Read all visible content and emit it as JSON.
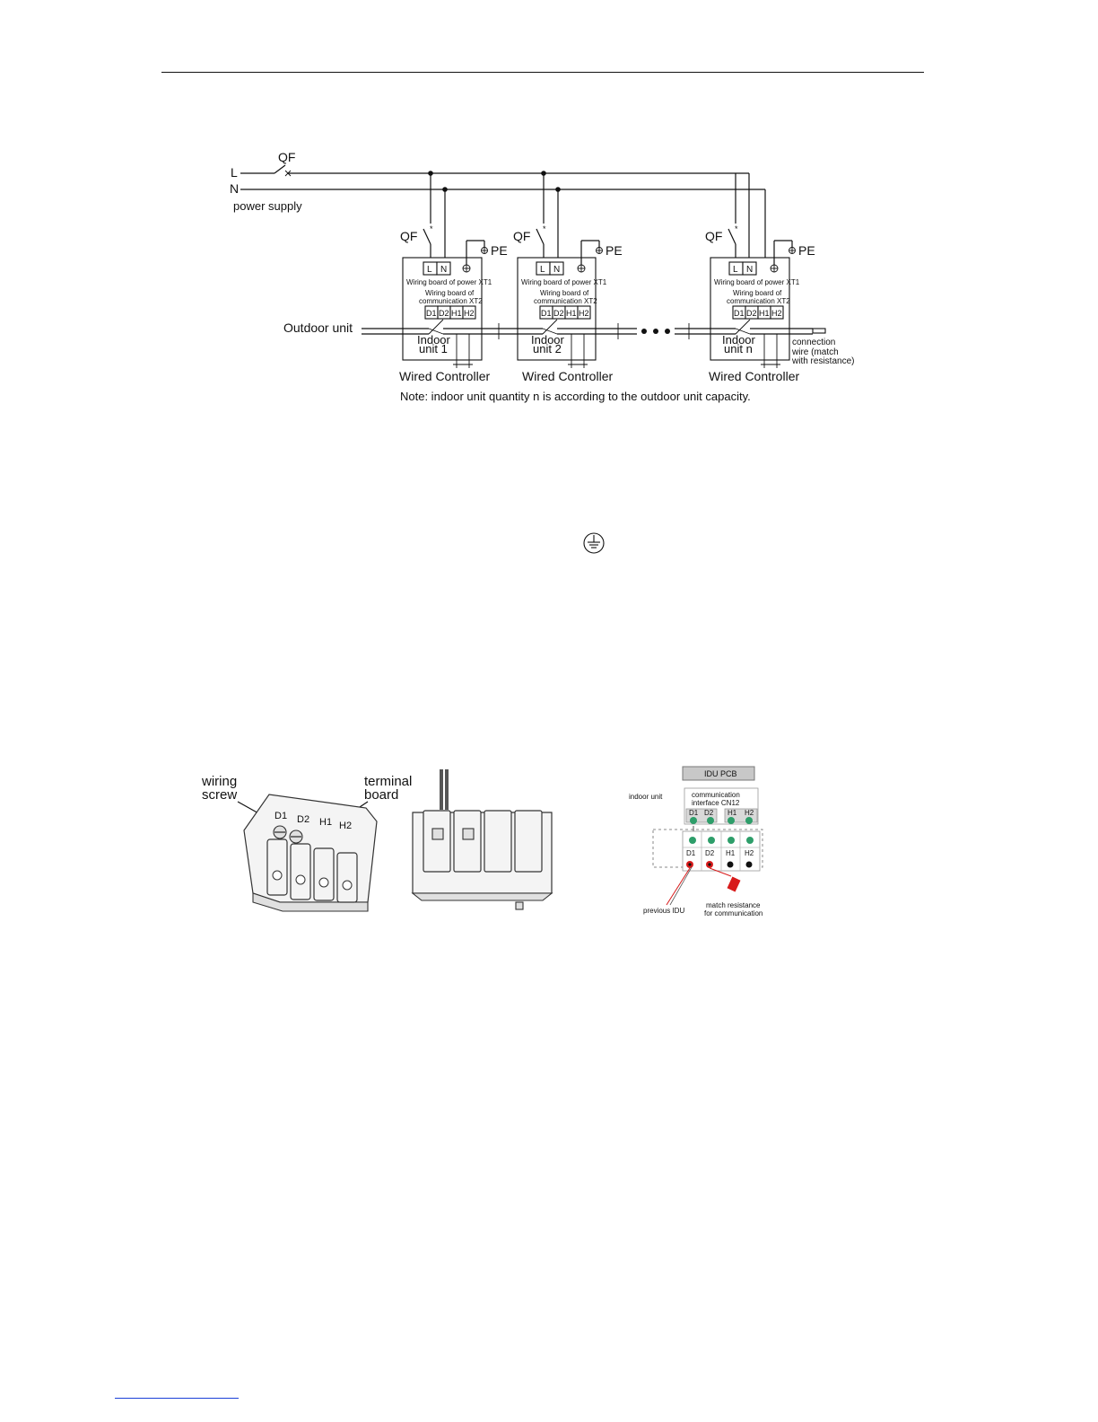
{
  "wiring_diagram": {
    "L": "L",
    "N": "N",
    "QF": "QF",
    "power_supply": "power supply",
    "PE": "PE",
    "outdoor_unit": "Outdoor unit",
    "wiring_board_power": "Wiring board of power XT1",
    "wiring_board_comm_1": "Wiring board of",
    "wiring_board_comm_2": "communication   XT2",
    "terminals_power": [
      "L",
      "N"
    ],
    "terminals_comm": [
      "D1",
      "D2",
      "H1",
      "H2"
    ],
    "units": [
      {
        "line1": "Indoor",
        "line2": "unit 1",
        "controller": "Wired Controller"
      },
      {
        "line1": "Indoor",
        "line2": "unit 2",
        "controller": "Wired Controller"
      },
      {
        "line1": "Indoor",
        "line2": "unit n",
        "controller": "Wired Controller"
      }
    ],
    "connection_wire": [
      "connection",
      "wire (match",
      "with resistance)"
    ],
    "note": "Note: indoor unit quantity n is according to the outdoor unit capacity."
  },
  "terminal_figure": {
    "wiring_screw": [
      "wiring",
      "screw"
    ],
    "terminal_board": [
      "terminal",
      "board"
    ],
    "terminal_labels": [
      "D1",
      "D2",
      "H1",
      "H2"
    ]
  },
  "pcb_figure": {
    "header": "IDU PCB",
    "indoor_unit": "indoor unit",
    "comm_interface": [
      "communication",
      "interface CN12"
    ],
    "pins": [
      "D1",
      "D2",
      "H1",
      "H2"
    ],
    "previous_idu": "previous IDU",
    "match_resistance": [
      "match resistance",
      "for communication"
    ]
  },
  "colors": {
    "pin_green": "#2e9e6a",
    "resistor_red": "#d81b1b",
    "footer_link": "#1a3fd6"
  }
}
